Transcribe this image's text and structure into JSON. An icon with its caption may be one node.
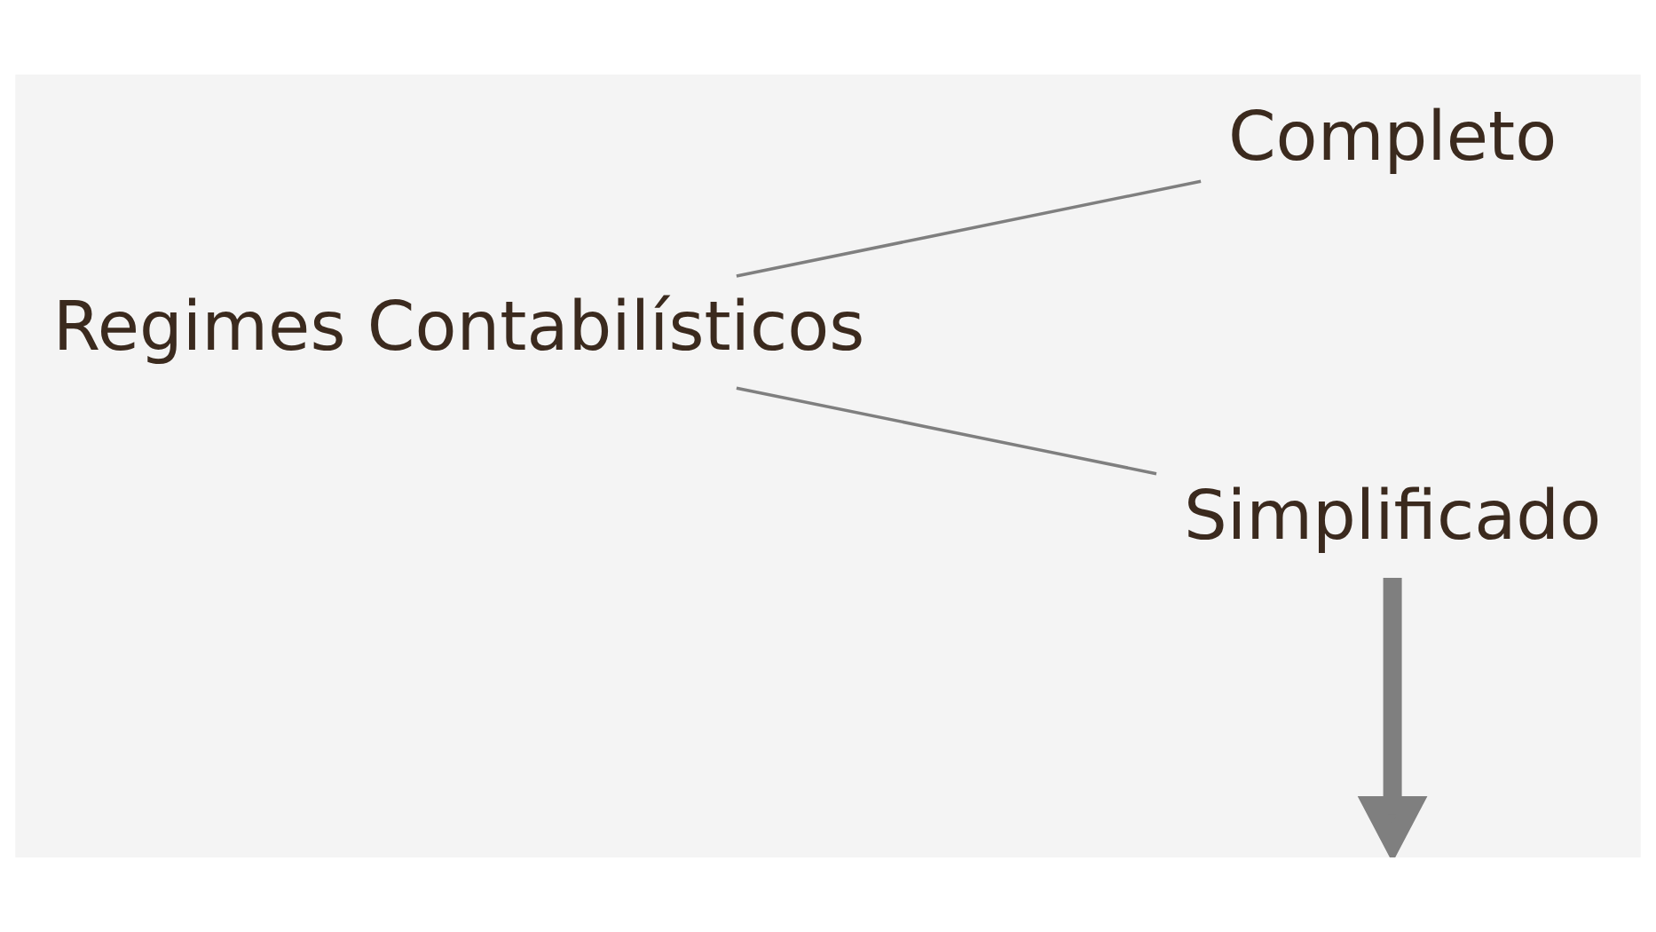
{
  "diagram": {
    "nodes": [
      {
        "text": [
          "Regimes Contabilísticos"
        ]
      },
      {
        "text": [
          "Completo"
        ]
      },
      {
        "text": [
          "Simplificado"
        ]
      }
    ],
    "edges": [
      {
        "from": 0,
        "to": 1,
        "arrow": "none"
      },
      {
        "from": 0,
        "to": 2,
        "arrow": "none"
      },
      {
        "from": 2,
        "to": null,
        "arrow": "to",
        "style": "thick"
      }
    ]
  }
}
